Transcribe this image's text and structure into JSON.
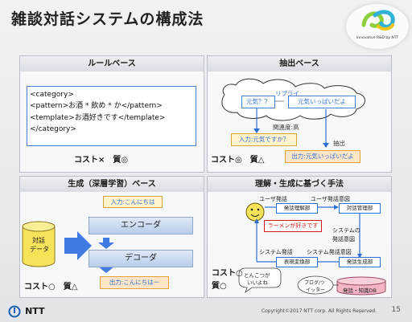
{
  "slide": {
    "title": "雑談対話システムの構成法",
    "logo_text": "Innovative R&D by NTT",
    "footer_brand": "NTT",
    "copyright": "Copyright©2017 NTT corp. All Rights Reserved.",
    "page_number": "15"
  },
  "rule_panel": {
    "header": "ルールベース",
    "code_lines": [
      "<category>",
      "<pattern>お酒 * 飲め * か</pattern>",
      "<template>お酒好きです</template>",
      "</category>"
    ],
    "cost": "コスト×　質◎"
  },
  "extract_panel": {
    "header": "抽出ベース",
    "cloud_left": "元気？？",
    "reply_label": "リプライ",
    "cloud_right": "元気いっぱいだよ",
    "relevance": "関連度:高",
    "input": "入力:元気ですか？",
    "extract_label": "抽出",
    "output": "出力:元気いっぱいだよ",
    "cost": "コスト◎　質△"
  },
  "gen_panel": {
    "header": "生成（深層学習）ベース",
    "input": "入力:こんにちは",
    "encoder": "エンコーダ",
    "decoder": "デコーダ",
    "data_label_1": "対話",
    "data_label_2": "データ",
    "output": "出力:こんにちはー",
    "cost": "コスト○　質△"
  },
  "understand_panel": {
    "header": "理解・生成に基づく手法",
    "user_utt": "ユーザ発話",
    "user_intent": "ユーザ発話意図",
    "utt_understand": "発話理解部",
    "dialog_mgmt": "対話管理部",
    "ramen": "ラーメンが好きです",
    "sys_intent_a": "システムの",
    "sys_intent_b": "発話意図",
    "sys_utt": "システム発話",
    "sys_utt_intent": "システム発話意図",
    "expr_conv": "表現変換部",
    "utt_gen": "発話生成部",
    "tonkotsu_1": "とんこつが",
    "tonkotsu_2": "いいよね",
    "blog_1": "ブログ/ツ",
    "blog_2": "イッター",
    "kb": "発話・知識DB",
    "cost_1": "コスト○",
    "cost_2": "質○"
  },
  "colors": {
    "accent_blue": "#2f6fd3",
    "arrow_blue": "#3f7be0",
    "output_orange": "#e8a13a",
    "input_yellow": "#fff4cc",
    "red_text": "#d11a1a",
    "smiley_yellow": "#f7e35a",
    "kb_pink": "#f3b4c4"
  },
  "icons": [
    "smiley-user-icon",
    "database-cylinder-icon",
    "cloud-icon",
    "ntt-logo-icon"
  ]
}
